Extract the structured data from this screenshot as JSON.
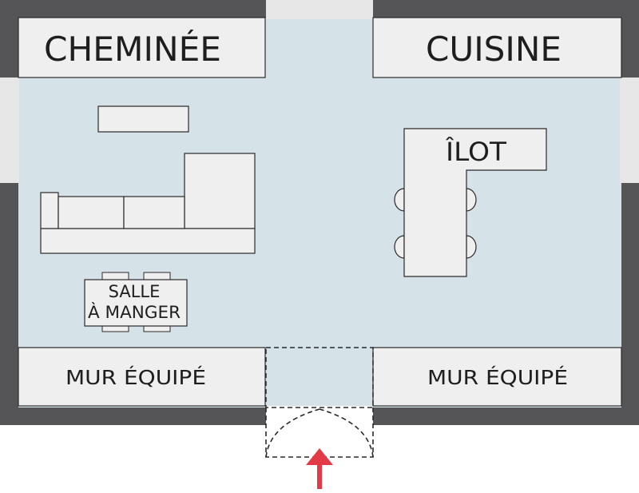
{
  "labels": {
    "fireplace": "CHEMINÉE",
    "kitchen": "CUISINE",
    "island": "ÎLOT",
    "dining_line1": "SALLE",
    "dining_line2": "À MANGER",
    "wall_left": "MUR ÉQUIPÉ",
    "wall_right": "MUR ÉQUIPÉ"
  },
  "colors": {
    "wall": "#555557",
    "floor": "#d5e2e8",
    "furniture": "#efefef",
    "outline": "#2a2a2a",
    "arrow": "#e23a46",
    "opening": "#e7e7e7"
  }
}
